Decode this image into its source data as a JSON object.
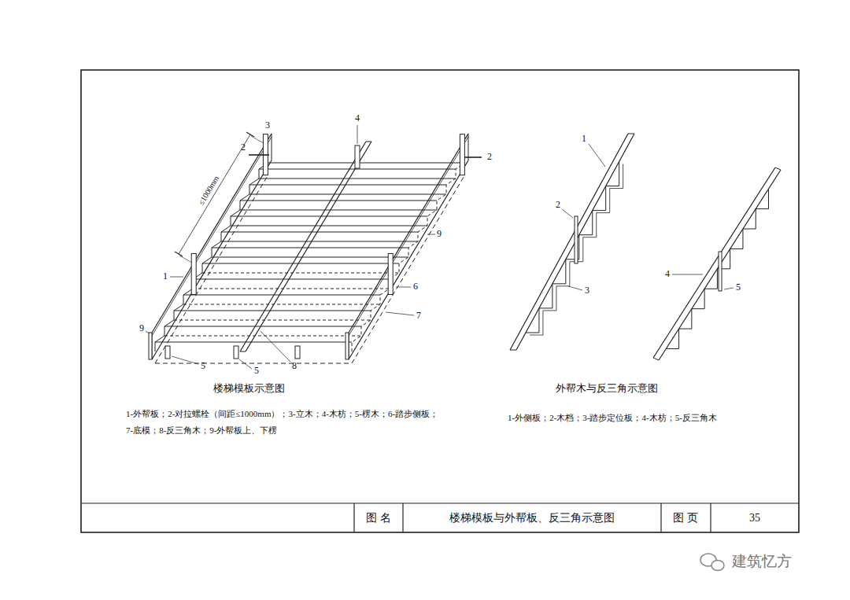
{
  "diagram": {
    "labels": [
      "3",
      "4",
      "2",
      "2",
      "≤1000mm",
      "9",
      "1",
      "6",
      "7",
      "9",
      "5",
      "5",
      "8",
      "楼梯模板示意图",
      "1-外帮板；2-对拉螺栓（间距≤1000mm）；3-立木；4-木枋；5-楞木；6-踏步侧板；",
      "7-底模；8-反三角木；9-外帮板上、下楞",
      "1",
      "2",
      "3",
      "4",
      "5",
      "外帮木与反三角示意图",
      "1-外侧板；2-木档；3-踏步定位板；4-木枋；5-反三角木",
      "图 名",
      "楼梯模板与外帮板、反三角示意图",
      "图 页",
      "35",
      "建筑忆方"
    ]
  }
}
